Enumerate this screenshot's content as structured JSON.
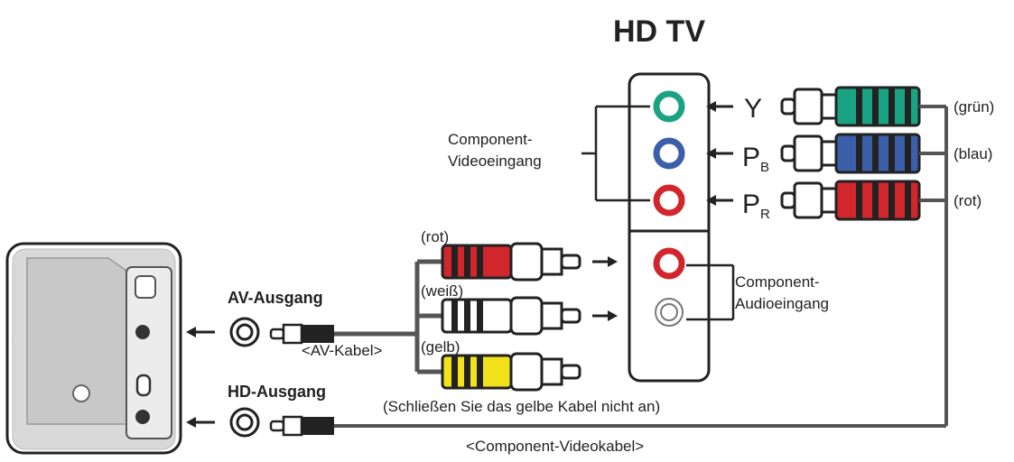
{
  "tv_title": "HD TV",
  "component_video_input_label": [
    "Component-",
    "Videoeingang"
  ],
  "component_audio_input_label": [
    "Component-",
    "Audioeingang"
  ],
  "signal_y": "Y",
  "signal_pb": "P",
  "signal_pb_sub": "B",
  "signal_pr": "P",
  "signal_pr_sub": "R",
  "color_labels": {
    "green": "(grün)",
    "blue": "(blau)",
    "red": "(rot)"
  },
  "av_labels": {
    "red": "(rot)",
    "white": "(weiß)",
    "yellow": "(gelb)"
  },
  "av_output_label": "AV-Ausgang",
  "hd_output_label": "HD-Ausgang",
  "av_cable_label": "<AV-Kabel>",
  "yellow_note": "(Schließen Sie das gelbe Kabel nicht an)",
  "component_cable_label": "<Component-Videokabel>",
  "colors": {
    "green": "#1aa382",
    "blue": "#3b5fa8",
    "red": "#d0262c",
    "yellow": "#f2e21c",
    "line": "#555555"
  }
}
